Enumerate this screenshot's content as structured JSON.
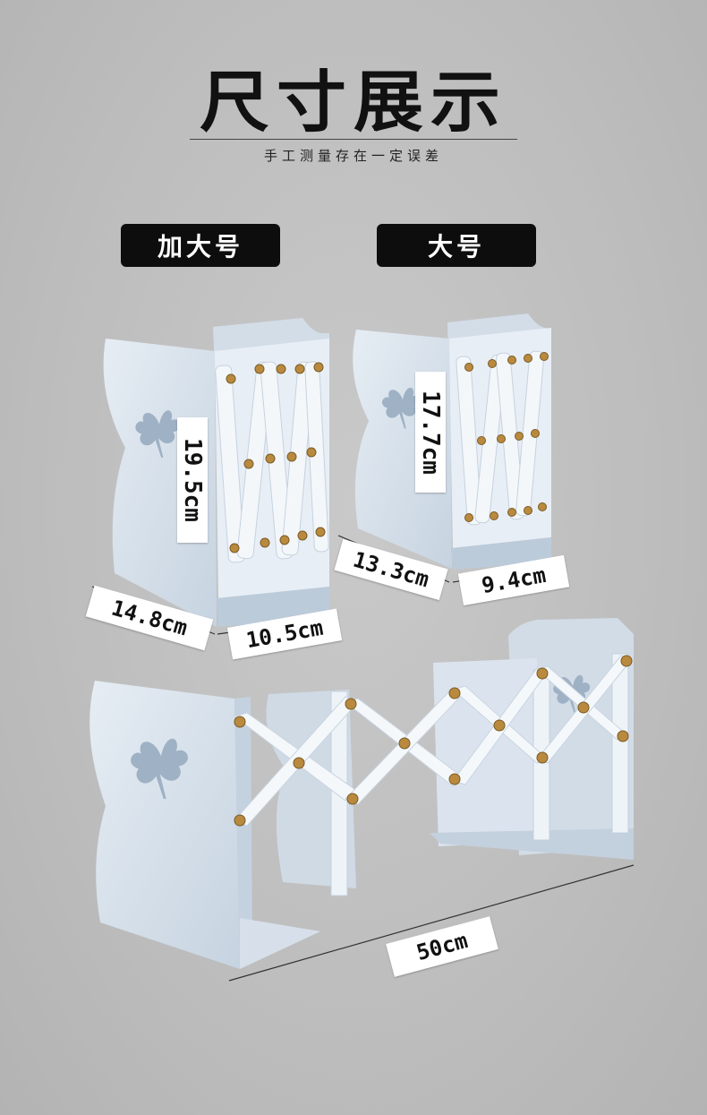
{
  "header": {
    "title": "尺寸展示",
    "subtitle": "手工测量存在一定误差"
  },
  "tags": {
    "extra_large": "加大号",
    "large": "大号"
  },
  "dimensions": {
    "xl_height": "19.5cm",
    "xl_depth": "14.8cm",
    "xl_width": "10.5cm",
    "l_height": "17.7cm",
    "l_depth": "13.3cm",
    "l_width": "9.4cm",
    "extended_length": "50cm"
  },
  "colors": {
    "background": "#bdbdbd",
    "tag_bg": "#0d0d0d",
    "metal": "#dde6ef",
    "metal_shade": "#b9c8d8",
    "rivet": "#b98a3e"
  }
}
